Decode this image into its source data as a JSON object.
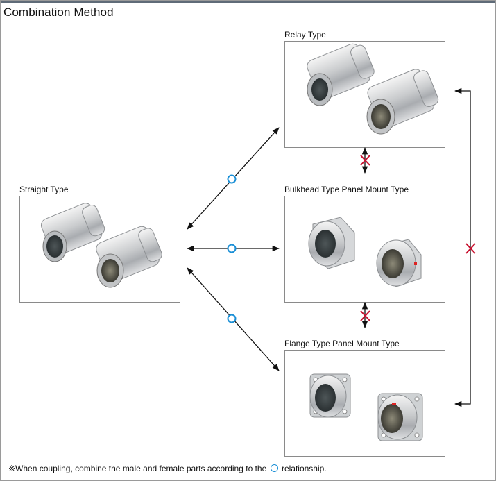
{
  "title": "Combination Method",
  "boxes": {
    "straight": "Straight Type",
    "relay": "Relay Type",
    "bulkhead": "Bulkhead Type Panel Mount Type",
    "flange": "Flange Type Panel Mount Type"
  },
  "relations": [
    {
      "from": "Straight Type",
      "to": "Relay Type",
      "mark": "○"
    },
    {
      "from": "Straight Type",
      "to": "Bulkhead Type Panel Mount Type",
      "mark": "○"
    },
    {
      "from": "Straight Type",
      "to": "Flange Type Panel Mount Type",
      "mark": "○"
    },
    {
      "from": "Relay Type",
      "to": "Bulkhead Type Panel Mount Type",
      "mark": "×"
    },
    {
      "from": "Bulkhead Type Panel Mount Type",
      "to": "Flange Type Panel Mount Type",
      "mark": "×"
    },
    {
      "from": "Relay Type",
      "to": "Flange Type Panel Mount Type",
      "mark": "×"
    }
  ],
  "note": {
    "prefix": "※When coupling, combine the male and female parts according to the",
    "suffix": "relationship."
  },
  "colors": {
    "ok_mark": "#1a8fd6",
    "ng_mark": "#c8102e",
    "arrow": "#111111",
    "header_bar": "#5f6b78"
  }
}
